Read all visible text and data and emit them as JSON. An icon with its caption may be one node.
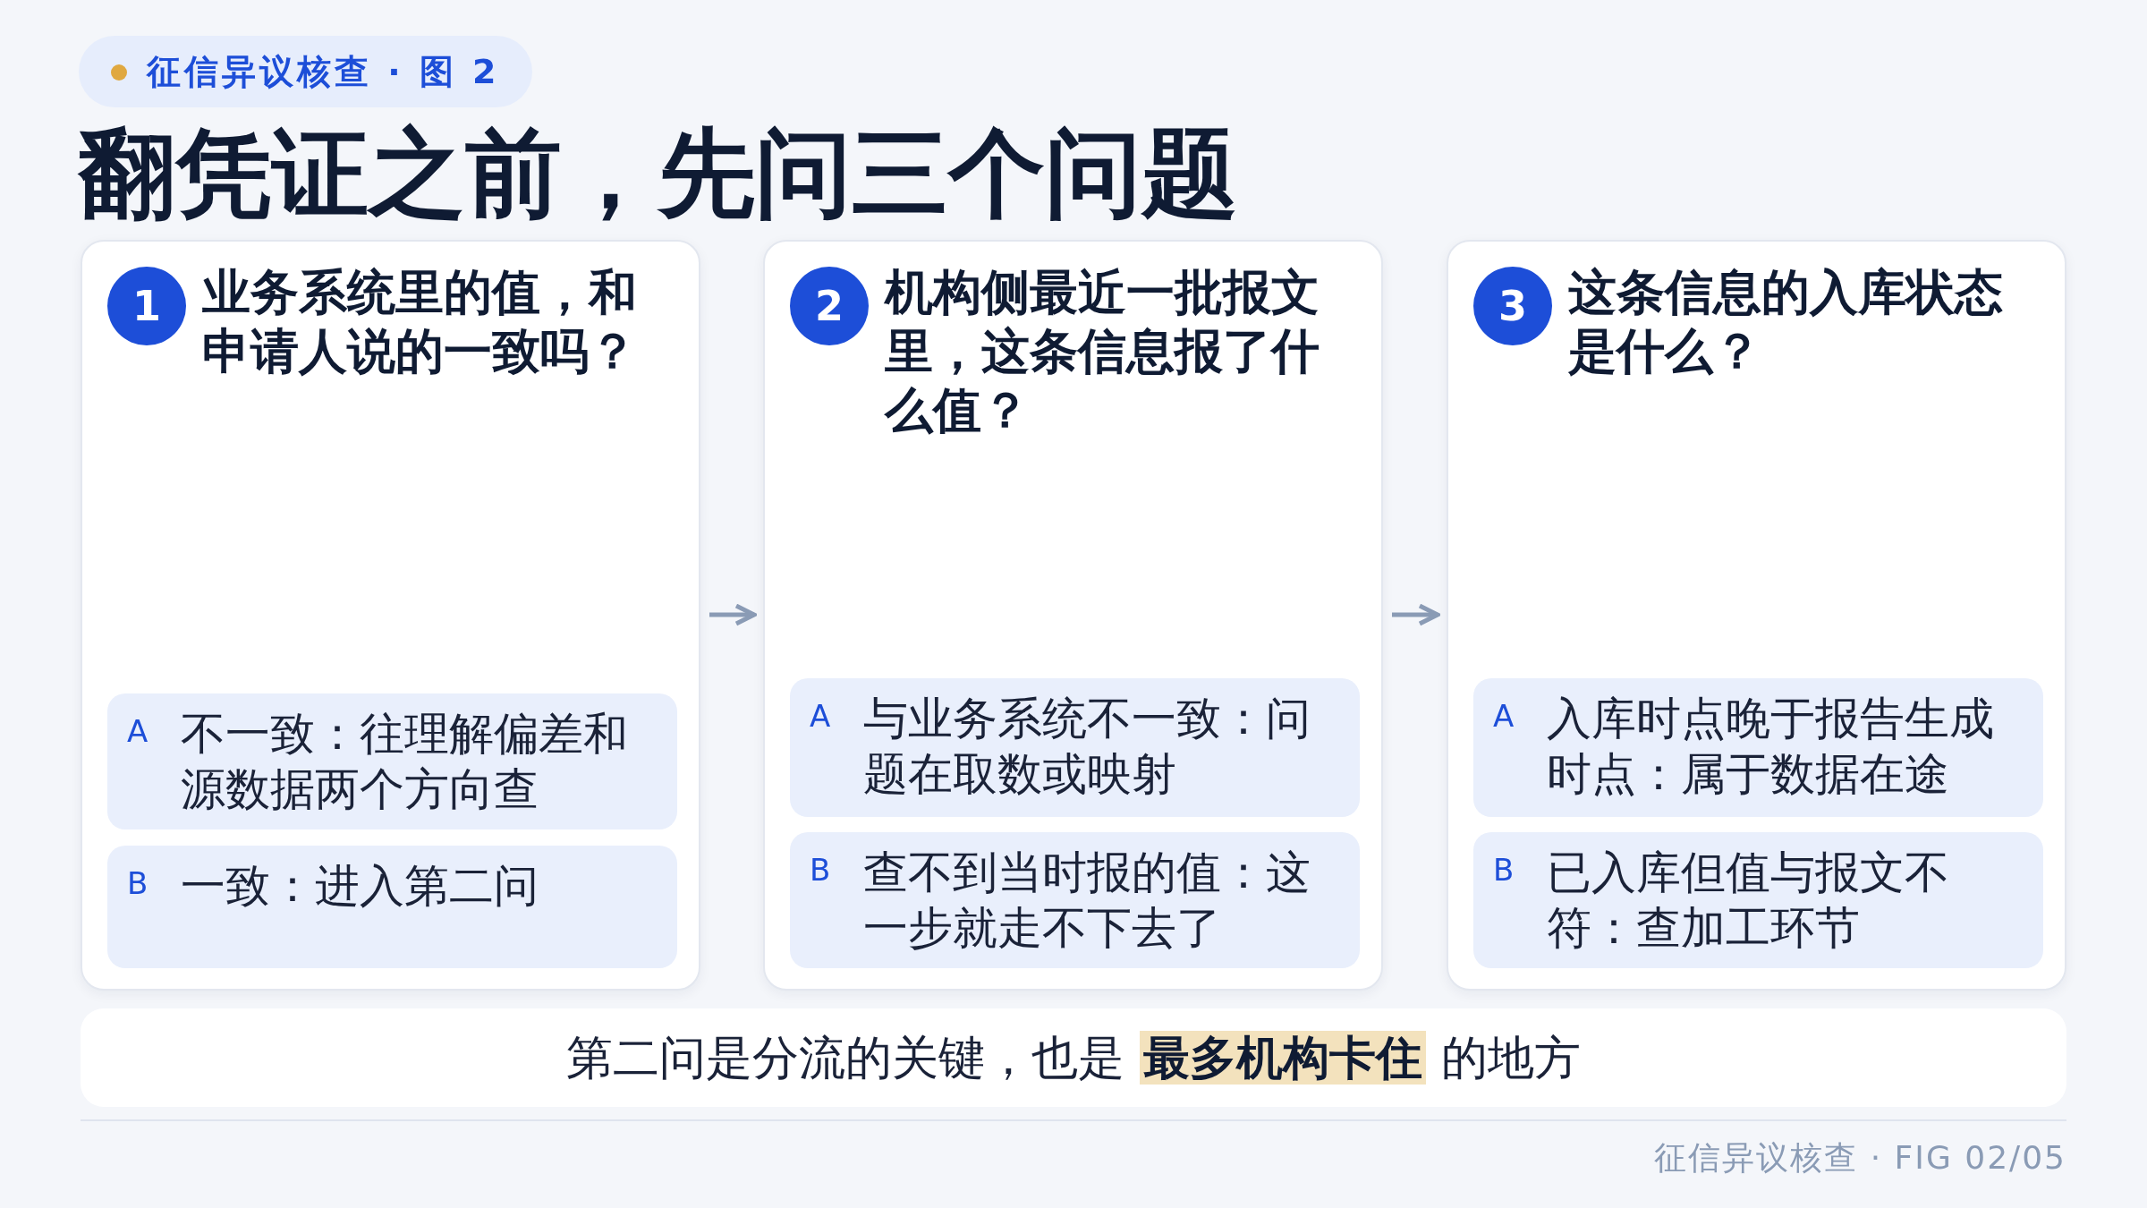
{
  "diagram": {
    "title": "翻凭证之前，先问三个问题",
    "nodes": [
      {
        "text": [
          "1",
          "业务系统里的值，和申请人说的一致吗？"
        ]
      },
      {
        "text": [
          "A",
          "不一致：往理解偏差和源数据两个方向查"
        ],
        "in": 0
      },
      {
        "text": [
          "B",
          "一致：进入第二问"
        ],
        "in": 0
      },
      {
        "text": [
          "2",
          "机构侧最近一批报文里，这条信息报了什么值？"
        ]
      },
      {
        "text": [
          "A",
          "与业务系统不一致：问题在取数或映射"
        ],
        "in": 3
      },
      {
        "text": [
          "B",
          "查不到当时报的值：这一步就走不下去了"
        ],
        "in": 3
      },
      {
        "text": [
          "3",
          "这条信息的入库状态是什么？"
        ]
      },
      {
        "text": [
          "A",
          "入库时点晚于报告生成时点：属于数据在途"
        ],
        "in": 6
      },
      {
        "text": [
          "B",
          "已入库但值与报文不符：查加工环节"
        ],
        "in": 6
      }
    ],
    "edges": [
      {
        "from": 0,
        "to": 3,
        "arrow": "to"
      },
      {
        "from": 3,
        "to": 6,
        "arrow": "to"
      }
    ],
    "labels": [
      "征信异议核查 · 图 2",
      "第二问是分流的关键，也是 **最多机构卡住** 的地方",
      "征信异议核查 · FIG 02/05"
    ]
  }
}
